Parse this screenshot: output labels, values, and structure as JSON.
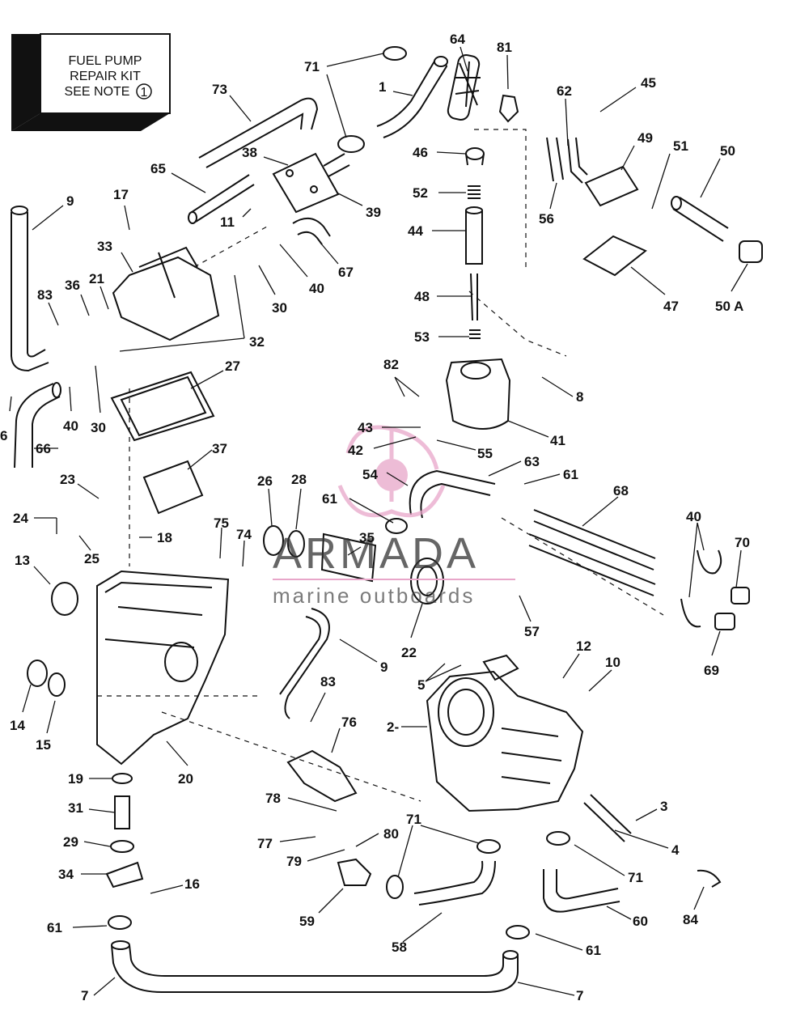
{
  "note_box": {
    "line1": "FUEL PUMP",
    "line2": "REPAIR KIT",
    "line3": "SEE NOTE",
    "note_number": "1"
  },
  "watermark": {
    "brand": "ARMADA",
    "tagline": "marine outboards",
    "accent_color": "#e8a6c9"
  },
  "callouts": [
    {
      "id": "c71a",
      "text": "71"
    },
    {
      "id": "c1",
      "text": "1"
    },
    {
      "id": "c64",
      "text": "64"
    },
    {
      "id": "c81",
      "text": "81"
    },
    {
      "id": "c45",
      "text": "45"
    },
    {
      "id": "c62",
      "text": "62"
    },
    {
      "id": "c73",
      "text": "73"
    },
    {
      "id": "c38",
      "text": "38"
    },
    {
      "id": "c46",
      "text": "46"
    },
    {
      "id": "c49",
      "text": "49"
    },
    {
      "id": "c51",
      "text": "51"
    },
    {
      "id": "c50",
      "text": "50"
    },
    {
      "id": "c65",
      "text": "65"
    },
    {
      "id": "c9a",
      "text": "9"
    },
    {
      "id": "c17",
      "text": "17"
    },
    {
      "id": "c52",
      "text": "52"
    },
    {
      "id": "c39",
      "text": "39"
    },
    {
      "id": "c11",
      "text": "11"
    },
    {
      "id": "c56",
      "text": "56"
    },
    {
      "id": "c33",
      "text": "33"
    },
    {
      "id": "c44",
      "text": "44"
    },
    {
      "id": "c67",
      "text": "67"
    },
    {
      "id": "c36",
      "text": "36"
    },
    {
      "id": "c21",
      "text": "21"
    },
    {
      "id": "c40a",
      "text": "40"
    },
    {
      "id": "c83a",
      "text": "83"
    },
    {
      "id": "c30a",
      "text": "30"
    },
    {
      "id": "c48",
      "text": "48"
    },
    {
      "id": "c47",
      "text": "47"
    },
    {
      "id": "c50A",
      "text": "50 A"
    },
    {
      "id": "c32",
      "text": "32"
    },
    {
      "id": "c53",
      "text": "53"
    },
    {
      "id": "c82",
      "text": "82"
    },
    {
      "id": "c27",
      "text": "27"
    },
    {
      "id": "c8",
      "text": "8"
    },
    {
      "id": "c6",
      "text": "6"
    },
    {
      "id": "c40b",
      "text": "40"
    },
    {
      "id": "c30b",
      "text": "30"
    },
    {
      "id": "c43",
      "text": "43"
    },
    {
      "id": "c41",
      "text": "41"
    },
    {
      "id": "c66",
      "text": "66"
    },
    {
      "id": "c42",
      "text": "42"
    },
    {
      "id": "c55",
      "text": "55"
    },
    {
      "id": "c37",
      "text": "37"
    },
    {
      "id": "c63",
      "text": "63"
    },
    {
      "id": "c54",
      "text": "54"
    },
    {
      "id": "c23",
      "text": "23"
    },
    {
      "id": "c26",
      "text": "26"
    },
    {
      "id": "c28",
      "text": "28"
    },
    {
      "id": "c61a",
      "text": "61"
    },
    {
      "id": "c68",
      "text": "68"
    },
    {
      "id": "c24",
      "text": "24"
    },
    {
      "id": "c61b",
      "text": "61"
    },
    {
      "id": "c40c",
      "text": "40"
    },
    {
      "id": "c18",
      "text": "18"
    },
    {
      "id": "c75",
      "text": "75"
    },
    {
      "id": "c74",
      "text": "74"
    },
    {
      "id": "c35",
      "text": "35"
    },
    {
      "id": "c70",
      "text": "70"
    },
    {
      "id": "c25",
      "text": "25"
    },
    {
      "id": "c13",
      "text": "13"
    },
    {
      "id": "c57",
      "text": "57"
    },
    {
      "id": "c22",
      "text": "22"
    },
    {
      "id": "c9b",
      "text": "9"
    },
    {
      "id": "c12",
      "text": "12"
    },
    {
      "id": "c10",
      "text": "10"
    },
    {
      "id": "c69",
      "text": "69"
    },
    {
      "id": "c5",
      "text": "5"
    },
    {
      "id": "c83b",
      "text": "83"
    },
    {
      "id": "c14",
      "text": "14"
    },
    {
      "id": "c15",
      "text": "15"
    },
    {
      "id": "c2",
      "text": "2-"
    },
    {
      "id": "c76",
      "text": "76"
    },
    {
      "id": "c20",
      "text": "20"
    },
    {
      "id": "c19",
      "text": "19"
    },
    {
      "id": "c3",
      "text": "3"
    },
    {
      "id": "c78",
      "text": "78"
    },
    {
      "id": "c31",
      "text": "31"
    },
    {
      "id": "c80",
      "text": "80"
    },
    {
      "id": "c71b",
      "text": "71"
    },
    {
      "id": "c4",
      "text": "4"
    },
    {
      "id": "c29",
      "text": "29"
    },
    {
      "id": "c77",
      "text": "77"
    },
    {
      "id": "c79",
      "text": "79"
    },
    {
      "id": "c34",
      "text": "34"
    },
    {
      "id": "c71c",
      "text": "71"
    },
    {
      "id": "c16",
      "text": "16"
    },
    {
      "id": "c84",
      "text": "84"
    },
    {
      "id": "c59",
      "text": "59"
    },
    {
      "id": "c60",
      "text": "60"
    },
    {
      "id": "c61c",
      "text": "61"
    },
    {
      "id": "c58",
      "text": "58"
    },
    {
      "id": "c61d",
      "text": "61"
    },
    {
      "id": "c7a",
      "text": "7"
    },
    {
      "id": "c7b",
      "text": "7"
    }
  ]
}
